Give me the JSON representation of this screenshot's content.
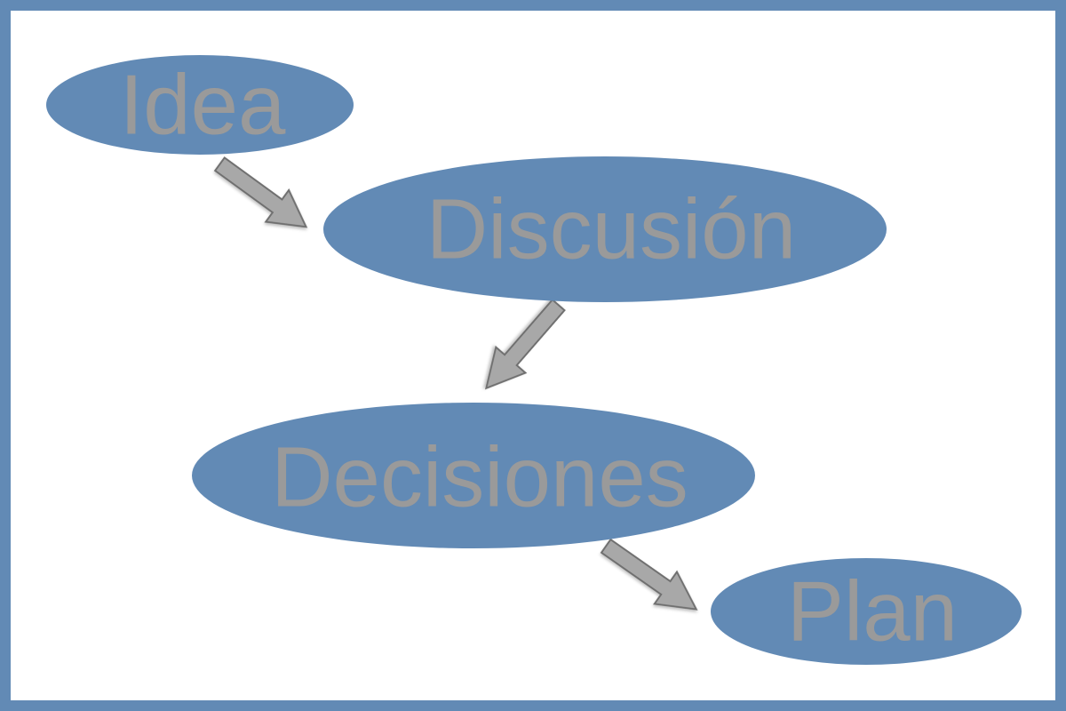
{
  "diagram": {
    "colors": {
      "frame": "#628ab5",
      "node_fill": "#628ab5",
      "label": "#9a9a9a",
      "arrow_fill": "#a8a8a8",
      "arrow_stroke": "#707070"
    },
    "nodes": [
      {
        "id": "idea",
        "label": "Idea"
      },
      {
        "id": "discusion",
        "label": "Discusión"
      },
      {
        "id": "decisiones",
        "label": "Decisiones"
      },
      {
        "id": "plan",
        "label": "Plan"
      }
    ],
    "edges": [
      {
        "from": "idea",
        "to": "discusion"
      },
      {
        "from": "discusion",
        "to": "decisiones"
      },
      {
        "from": "decisiones",
        "to": "plan"
      }
    ]
  }
}
